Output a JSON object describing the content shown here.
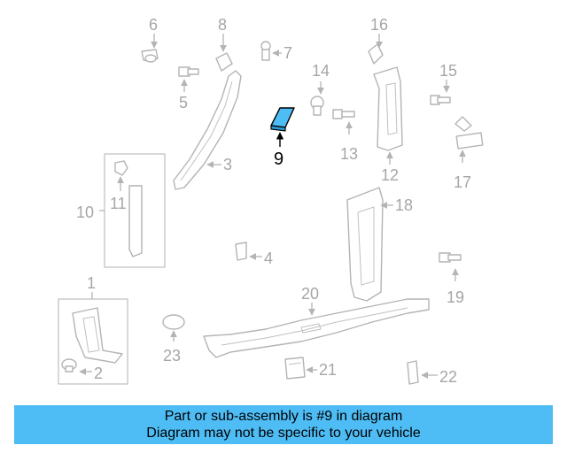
{
  "callouts": {
    "c1": "1",
    "c2": "2",
    "c3": "3",
    "c4": "4",
    "c5": "5",
    "c6": "6",
    "c7": "7",
    "c8": "8",
    "c9": "9",
    "c10": "10",
    "c11": "11",
    "c12": "12",
    "c13": "13",
    "c14": "14",
    "c15": "15",
    "c16": "16",
    "c17": "17",
    "c18": "18",
    "c19": "19",
    "c20": "20",
    "c21": "21",
    "c22": "22",
    "c23": "23"
  },
  "highlight": {
    "part": "9",
    "color": "#4fbdf5"
  },
  "banner": {
    "line1": "Part or sub-assembly is #9 in diagram",
    "line2": "Diagram may not be specific to your vehicle",
    "background": "#4fbdf5"
  }
}
